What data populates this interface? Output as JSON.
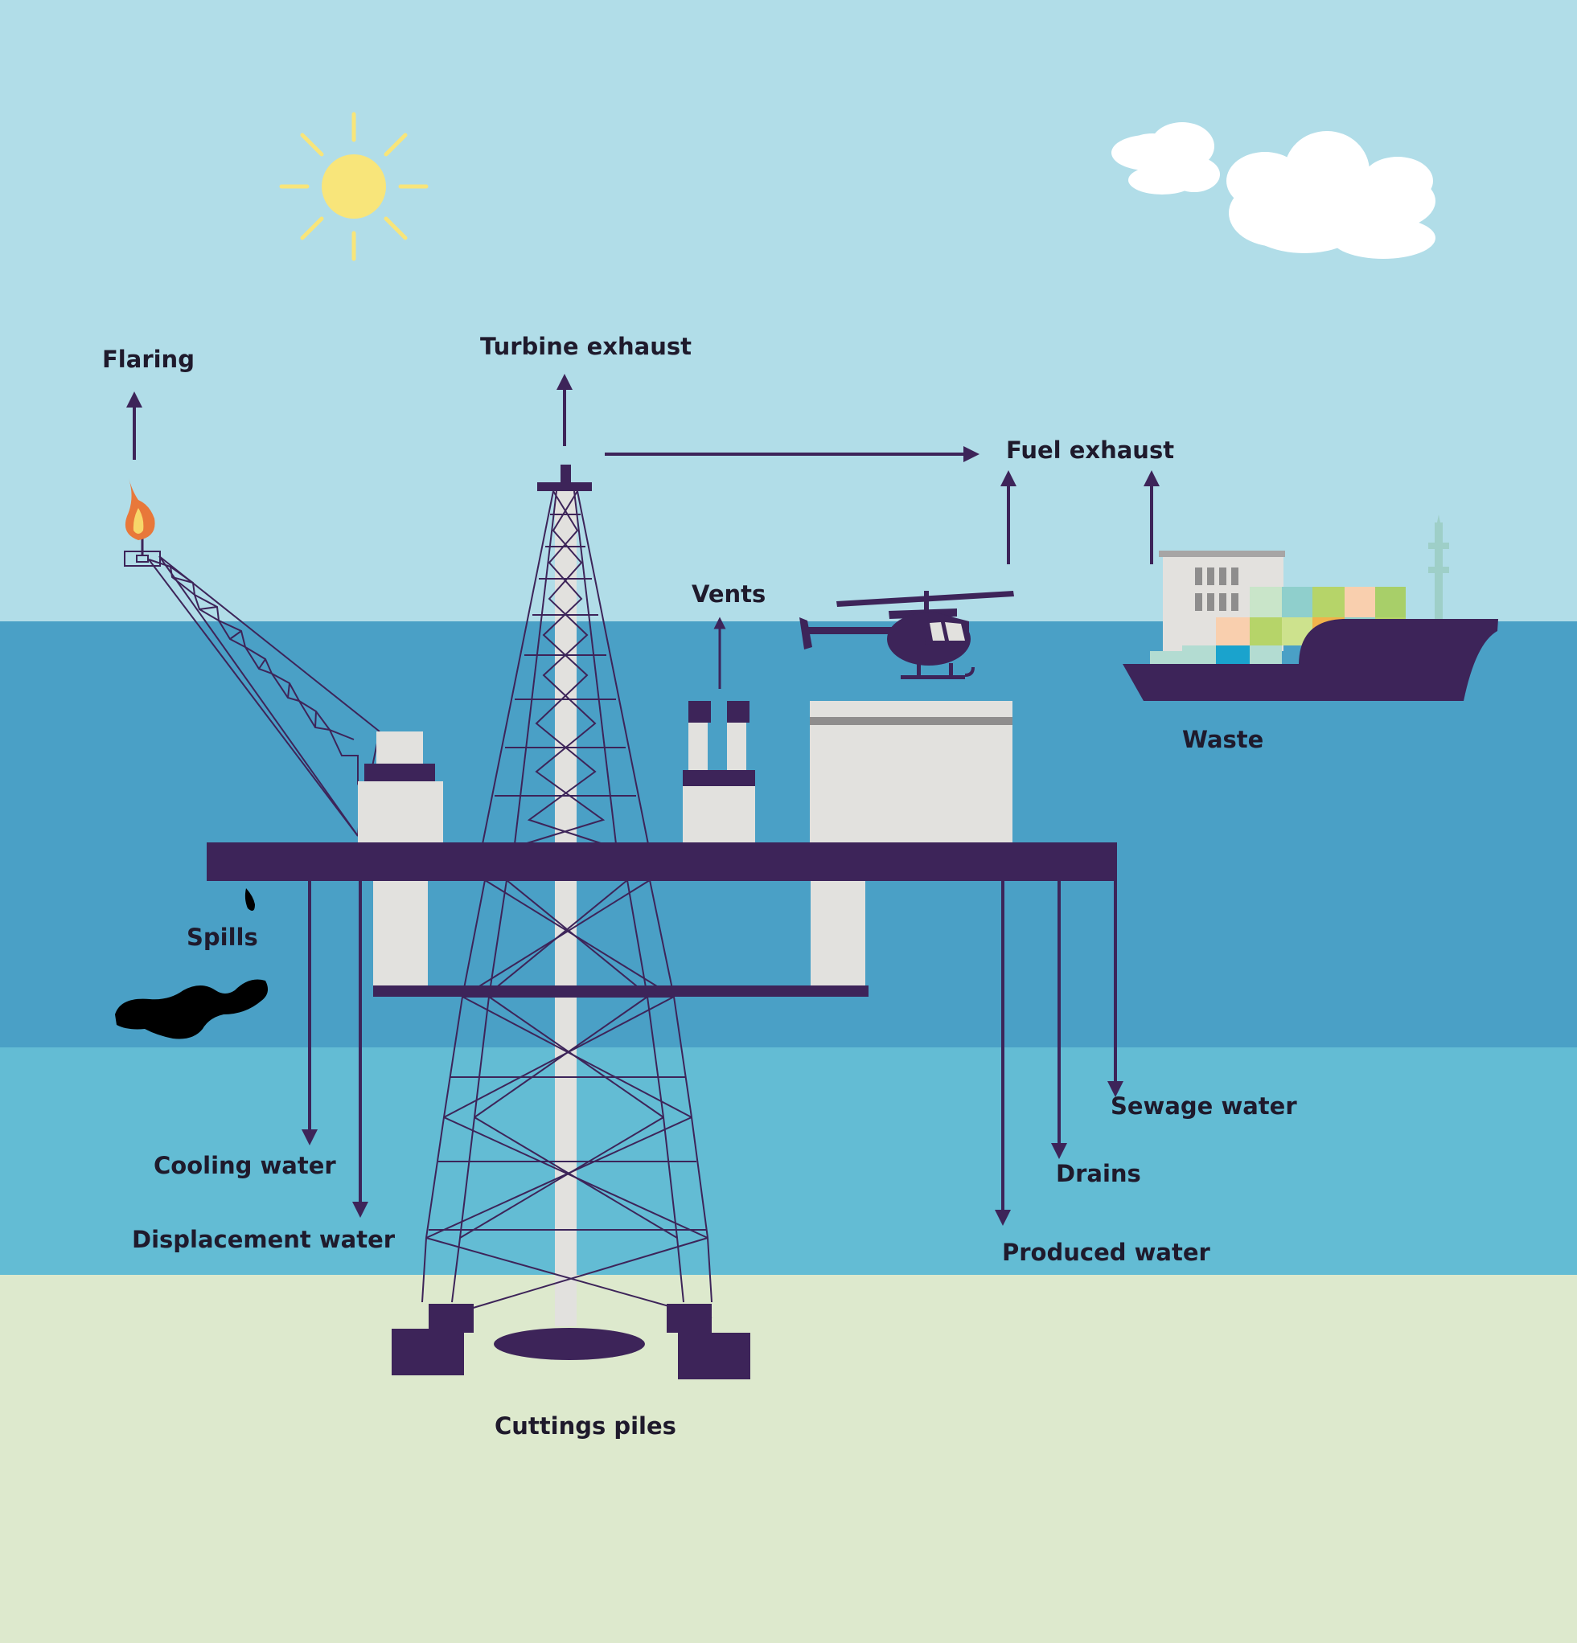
{
  "labels": {
    "flaring": "Flaring",
    "turbine_exhaust": "Turbine exhaust",
    "fuel_exhaust": "Fuel exhaust",
    "vents": "Vents",
    "waste": "Waste",
    "spills": "Spills",
    "cooling_water": "Cooling water",
    "displacement_water": "Displacement water",
    "sewage_water": "Sewage water",
    "drains": "Drains",
    "produced_water": "Produced water",
    "cuttings_piles": "Cuttings piles"
  },
  "colors": {
    "sky": "#b1dde8",
    "sea_surface": "#4aa0c6",
    "sea_deep": "#63bcd4",
    "seabed": "#dde9cd",
    "structure": "#3d2459",
    "module": "#e2e1de",
    "sun": "#f8e57a",
    "flame": "#e8783a",
    "oil": "#000000"
  }
}
